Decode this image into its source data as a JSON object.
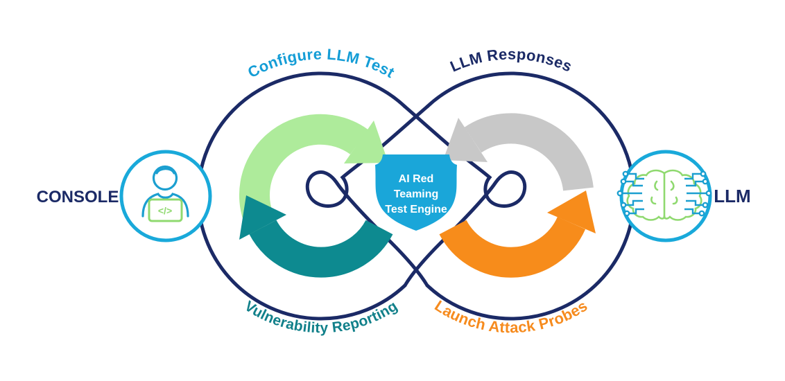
{
  "diagram": {
    "title_meaning": "AI red teaming loop diagram",
    "center_badge": {
      "line1": "AI Red",
      "line2": "Teaming",
      "line3": "Test Engine"
    },
    "nodes": {
      "console": {
        "label": "CONSOLE",
        "icon": "person-coding-icon",
        "code_glyph": "</>"
      },
      "llm": {
        "label": "LLM",
        "icon": "circuit-brain-icon"
      }
    },
    "flow_labels": {
      "top_left": "Configure LLM Test",
      "top_right": "LLM Responses",
      "bottom_left": "Vulnerability Reporting",
      "bottom_right": "Launch Attack Probes"
    },
    "colors": {
      "navy": "#1b2a66",
      "cyan_text": "#149dd6",
      "teal_text": "#11808a",
      "orange_text": "#f68b1e",
      "green_arrow": "#aeeb9b",
      "teal_arrow": "#0d8a90",
      "gray_arrow": "#c8c8c8",
      "orange_arrow": "#f78c1b",
      "shield": "#1aa6d9",
      "node_border": "#19a9da",
      "icon_cyan": "#1b9fd0",
      "icon_green": "#8fd96f"
    }
  }
}
